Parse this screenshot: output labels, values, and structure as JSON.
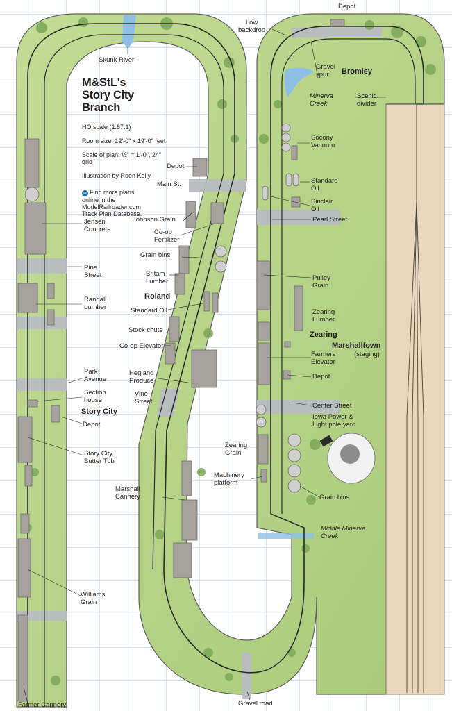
{
  "title": "M&StL's\nStory City\nBranch",
  "info": [
    "HO scale (1:87.1)",
    "Room size: 12'-0\" x 19'-0\" feet",
    "Scale of plan: ½\" = 1'-0\", 24\" grid",
    "Illustration by Roen Kelly"
  ],
  "more_plans": "Find more plans\nonline in the\nModelRailroader.com\nTrack Plan Database.",
  "towns": {
    "bromley": "Bromley",
    "roland": "Roland",
    "zearing": "Zearing",
    "marshalltown": "Marshalltown",
    "staging": "(staging)",
    "story_city": "Story City"
  },
  "labels": {
    "depot_top": "Depot",
    "low_backdrop": "Low\nbackdrop",
    "skunk_river": "Skunk River",
    "gravel_spur": "Gravel\nspur",
    "minerva_creek": "Minerva\nCreek",
    "scenic_divider": "Scenic\ndivider",
    "socony_vacuum": "Socony\nVacuum",
    "standard_oil_right": "Standard\nOil",
    "sinclair_oil": "Sinclair\nOil",
    "pearl_street": "Pearl Street",
    "depot_roland": "Depot",
    "main_st": "Main St.",
    "johnson_grain": "Johnson Grain",
    "coop_fertilizer": "Co-op\nFertilizer",
    "grain_bins_roland": "Grain bins",
    "britam_lumber": "Britam\nLumber",
    "standard_oil_roland": "Standard Oil",
    "stock_chute": "Stock chute",
    "coop_elevator": "Co-op Elevator",
    "hegland_produce": "Hegland\nProduce",
    "vine_street": "Vine\nStreet",
    "pulley_grain": "Pulley\nGrain",
    "zearing_lumber": "Zearing\nLumber",
    "farmers_elevator": "Farmers\nElevator",
    "depot_zearing": "Depot",
    "center_street": "Center Street",
    "iowa_power": "Iowa Power &\nLight pole yard",
    "zearing_grain": "Zearing\nGrain",
    "machinery_platform": "Machinery\nplatform",
    "grain_bins_right": "Grain bins",
    "middle_minerva_creek": "Middle Minerva\nCreek",
    "marshall_cannery": "Marshall\nCannery",
    "jensen_concrete": "Jensen\nConcrete",
    "pine_street": "Pine\nStreet",
    "randall_lumber": "Randall\nLumber",
    "park_avenue": "Park\nAvenue",
    "section_house": "Section\nhouse",
    "depot_story_city": "Depot",
    "story_city_butter_tub": "Story City\nButter Tub",
    "williams_grain": "Williams\nGrain",
    "farmer_cannery": "Farmer Cannery",
    "gravel_road": "Gravel road"
  },
  "colors": {
    "grass": "#b9d58a",
    "grass_dark": "#8fb866",
    "road": "#b8bcc0",
    "track": "#2a2a2a",
    "staging": "#ead7bd",
    "water": "#8ec0e6",
    "building": "#a6a39f",
    "grid": "#cfe3f3"
  }
}
